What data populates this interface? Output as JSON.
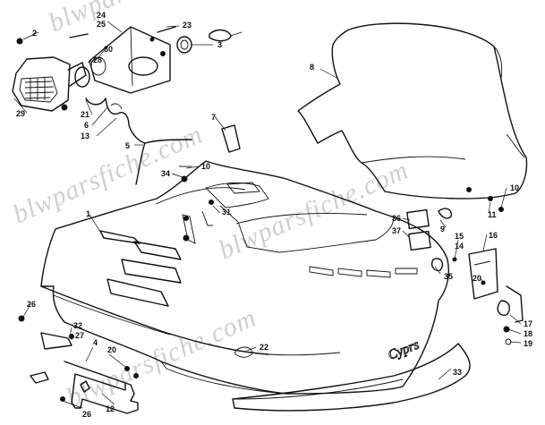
{
  "watermark": "blwparsfiche.com",
  "logo_text": "Cyprs",
  "callouts": [
    {
      "id": "c2",
      "label": "2"
    },
    {
      "id": "c24",
      "label": "24"
    },
    {
      "id": "c25",
      "label": "25"
    },
    {
      "id": "c23",
      "label": "23"
    },
    {
      "id": "c30",
      "label": "30"
    },
    {
      "id": "c3",
      "label": "3"
    },
    {
      "id": "c28",
      "label": "28"
    },
    {
      "id": "c8",
      "label": "8"
    },
    {
      "id": "c29",
      "label": "29"
    },
    {
      "id": "c21",
      "label": "21"
    },
    {
      "id": "c6",
      "label": "6"
    },
    {
      "id": "c13",
      "label": "13"
    },
    {
      "id": "c7",
      "label": "7"
    },
    {
      "id": "c5",
      "label": "5"
    },
    {
      "id": "c10a",
      "label": "10"
    },
    {
      "id": "c34",
      "label": "34"
    },
    {
      "id": "c10b",
      "label": "10"
    },
    {
      "id": "c1",
      "label": "1"
    },
    {
      "id": "c31",
      "label": "31"
    },
    {
      "id": "c11",
      "label": "11"
    },
    {
      "id": "c36",
      "label": "36"
    },
    {
      "id": "c37",
      "label": "37"
    },
    {
      "id": "c9",
      "label": "9"
    },
    {
      "id": "c15",
      "label": "15"
    },
    {
      "id": "c14",
      "label": "14"
    },
    {
      "id": "c16",
      "label": "16"
    },
    {
      "id": "c35",
      "label": "35"
    },
    {
      "id": "c20b",
      "label": "20"
    },
    {
      "id": "c26a",
      "label": "26"
    },
    {
      "id": "c32",
      "label": "32"
    },
    {
      "id": "c27",
      "label": "27"
    },
    {
      "id": "c4",
      "label": "4"
    },
    {
      "id": "c20a",
      "label": "20"
    },
    {
      "id": "c22",
      "label": "22"
    },
    {
      "id": "c17",
      "label": "17"
    },
    {
      "id": "c18",
      "label": "18"
    },
    {
      "id": "c19",
      "label": "19"
    },
    {
      "id": "c33",
      "label": "33"
    },
    {
      "id": "c26b",
      "label": "26"
    },
    {
      "id": "c12",
      "label": "12"
    }
  ]
}
